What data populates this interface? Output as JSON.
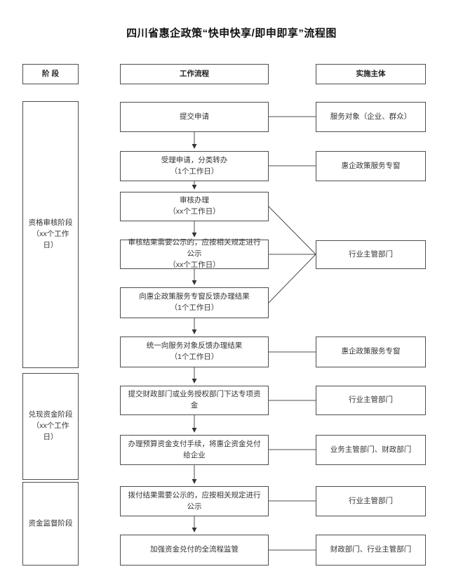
{
  "title": "四川省惠企政策“快申快享/即申即享”流程图",
  "headers": {
    "stage": "阶 段",
    "process": "工作流程",
    "entity": "实施主体"
  },
  "stages": [
    {
      "label": "资格审核阶段\n（xx个工作日）"
    },
    {
      "label": "兑现资金阶段\n（xx个工作日）"
    },
    {
      "label": "资金监督阶段"
    }
  ],
  "steps": [
    {
      "label": "提交申请"
    },
    {
      "label": "受理申请，分类转办\n（1个工作日）"
    },
    {
      "label": "审核办理\n（xx个工作日）"
    },
    {
      "label": "审核结果需要公示的，应按相关规定进行公示\n（xx个工作日）"
    },
    {
      "label": "向惠企政策服务专窗反馈办理结果\n（1个工作日）"
    },
    {
      "label": "统一向服务对象反馈办理结果\n（1个工作日）"
    },
    {
      "label": "提交财政部门或业务授权部门下达专项资金"
    },
    {
      "label": "办理预算资金支付手续，将惠企资金兑付给企业"
    },
    {
      "label": "拨付结果需要公示的，应按相关规定进行公示"
    },
    {
      "label": "加强资金兑付的全流程监管"
    }
  ],
  "entities": [
    {
      "label": "服务对象（企业、群众）"
    },
    {
      "label": "惠企政策服务专窗"
    },
    {
      "label": "行业主管部门"
    },
    {
      "label": "惠企政策服务专窗"
    },
    {
      "label": "行业主管部门"
    },
    {
      "label": "业务主管部门、财政部门"
    },
    {
      "label": "行业主管部门"
    },
    {
      "label": "财政部门、行业主管部门"
    }
  ],
  "colors": {
    "border": "#4d4d4d",
    "text": "#333333",
    "background": "#ffffff"
  }
}
